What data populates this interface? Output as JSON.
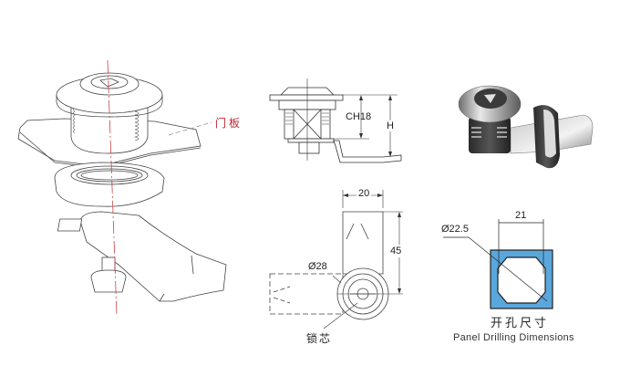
{
  "exploded_view": {
    "panel_label": "门板",
    "centerline_color": "#d04040"
  },
  "side_view": {
    "dim_ch": "CH18",
    "dim_h": "H"
  },
  "front_view": {
    "dim_width": "20",
    "dim_length": "45",
    "dim_diameter": "Ø28",
    "core_label": "锁芯"
  },
  "product_photo": {
    "description": "cam lock product render"
  },
  "drilling": {
    "dim_width": "21",
    "dim_diameter": "Ø22.5",
    "fill_color": "#5aa7dc",
    "title_cn": "开孔尺寸",
    "title_en": "Panel Drilling Dimensions"
  }
}
